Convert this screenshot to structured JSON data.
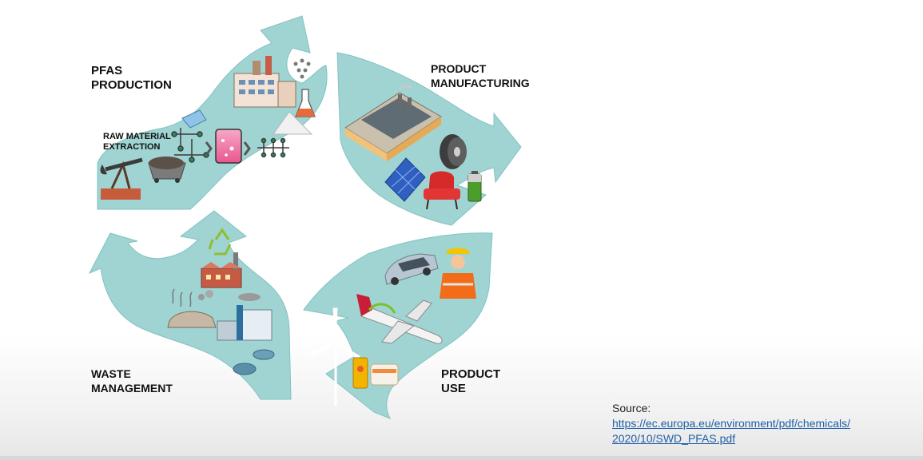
{
  "stages": {
    "pfas_production": "PFAS\nPRODUCTION",
    "raw_material": "RAW MATERIAL\nEXTRACTION",
    "product_manufacturing": "PRODUCT\nMANUFACTURING",
    "product_use": "PRODUCT\nUSE",
    "waste_management": "WASTE\nMANAGEMENT"
  },
  "source": {
    "label": "Source:",
    "link_line1": "https://ec.europa.eu/environment/pdf/chemicals/",
    "link_line2": "2020/10/SWD_PFAS.pdf"
  },
  "colors": {
    "arrow_fill": "#9fd4d3",
    "arrow_stroke": "#82c2c1",
    "link": "#1f5fa8"
  },
  "icons": [
    "factory-icon",
    "molecule-icon",
    "flask-icon",
    "powder-pile-icon",
    "beaker-icon",
    "oil-pump-icon",
    "mine-cart-icon",
    "manufacturing-plant-icon",
    "solar-panel-icon",
    "armchair-icon",
    "cable-spool-icon",
    "battery-icon",
    "car-icon",
    "worker-icon",
    "airplane-icon",
    "wind-turbine-icon",
    "sunscreen-icon",
    "recycle-icon",
    "incinerator-icon",
    "landfill-icon",
    "water-treatment-icon"
  ]
}
